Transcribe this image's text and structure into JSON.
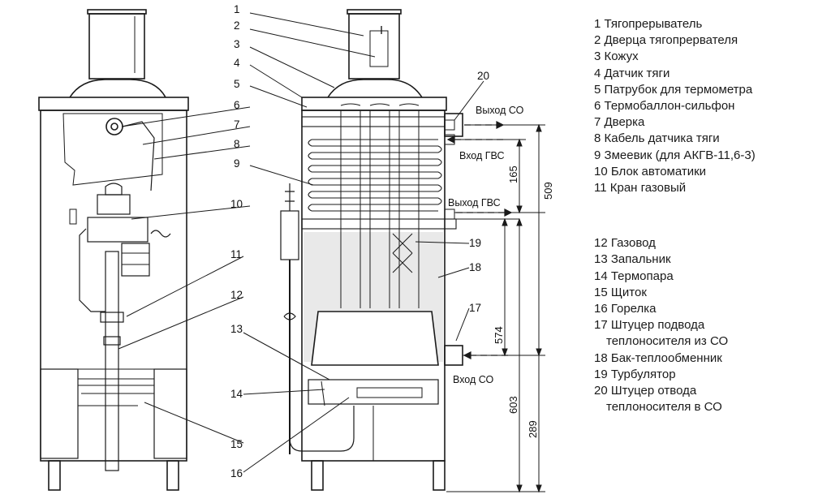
{
  "callouts": [
    "1",
    "2",
    "3",
    "4",
    "5",
    "6",
    "7",
    "8",
    "9",
    "10",
    "11",
    "12",
    "13",
    "14",
    "15",
    "16",
    "17",
    "18",
    "19",
    "20"
  ],
  "flow_labels": {
    "out_co": "Выход СО",
    "in_gvs": "Вход ГВС",
    "out_gvs": "Выход ГВС",
    "in_co": "Вход СО"
  },
  "dimensions": {
    "d509": "509",
    "d165": "165",
    "d574": "574",
    "d603": "603",
    "d289": "289"
  },
  "legend": {
    "group1": [
      "1 Тягопрерыватель",
      "2 Дверца тягопрервателя",
      "3 Кожух",
      "4 Датчик тяги",
      "5 Патрубок для термометра",
      "6 Термобаллон-сильфон",
      "7 Дверка",
      "8 Кабель датчика тяги",
      "9 Змеевик (для АКГВ-11,6-3)",
      "10 Блок автоматики",
      "11 Кран газовый"
    ],
    "group2": [
      "12 Газовод",
      "13 Запальник",
      "14 Термопара",
      "15 Щиток",
      "16 Горелка",
      "17 Штуцер подвода",
      "теплоносителя из СО",
      "18 Бак-теплообменник",
      "19 Турбулятор",
      "20 Штуцер отвода",
      "теплоносителя в СО"
    ]
  },
  "colors": {
    "line": "#1a1a1a",
    "background": "#ffffff",
    "water": "#e9e9e9"
  }
}
